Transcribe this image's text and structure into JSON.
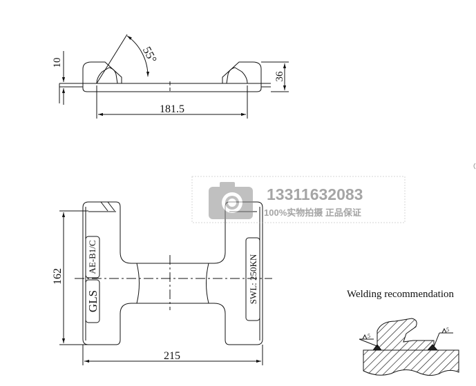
{
  "side_view": {
    "dim_thickness": "10",
    "dim_angle": "55°",
    "dim_height": "36",
    "dim_width": "181.5"
  },
  "top_view": {
    "dim_height": "162",
    "dim_width": "215",
    "label_left_top": "AE-B1/C",
    "label_left_bottom": "GLS",
    "label_right": "SWL: 250KN"
  },
  "watermark": {
    "phone": "13311632083",
    "slogan": "100%实物拍摄   正品保证"
  },
  "welding": {
    "title": "Welding recommendation",
    "weld_size_left": "5",
    "weld_size_right": "5"
  },
  "colors": {
    "line": "#111111",
    "watermark_gray": "#9a9a9a",
    "weld_fill": "#222222"
  }
}
